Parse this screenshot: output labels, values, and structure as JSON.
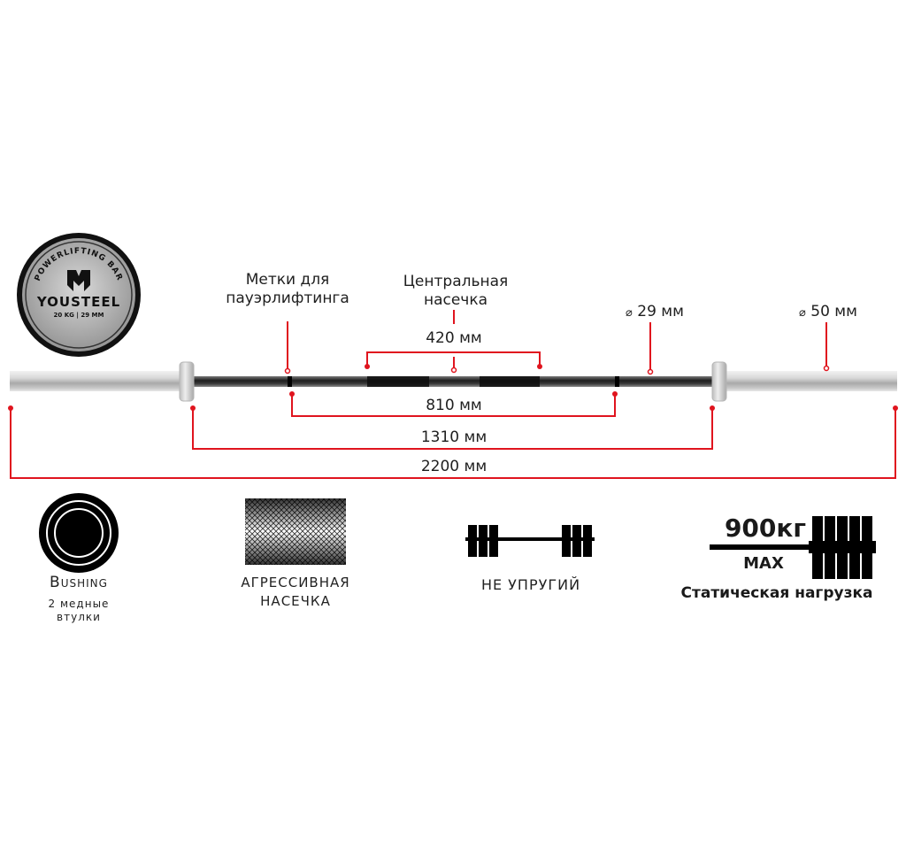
{
  "badge": {
    "arc_text": "POWERLIFTING BAR",
    "brand": "YOUSTEEL",
    "spec": "20 KG | 29 MM"
  },
  "callouts": {
    "powerlifting_marks": [
      "Метки для",
      "пауэрлифтинга"
    ],
    "center_knurl": [
      "Центральная",
      "насечка"
    ],
    "shaft_diameter": "29 мм",
    "sleeve_diameter": "50 мм",
    "diameter_icon": "diameter-symbol"
  },
  "dimensions": {
    "center_knurl": "420 мм",
    "marks_distance": "810 мм",
    "inner_collars": "1310 мм",
    "total_length": "2200 мм"
  },
  "features": [
    {
      "icon": "bushing-icon",
      "title": "Bushing",
      "subtitle": [
        "2 медные",
        "втулки"
      ]
    },
    {
      "icon": "knurling-icon",
      "title": "Агрессивная",
      "subtitle_line": "насечка"
    },
    {
      "icon": "barbell-icon",
      "title": "Не упругий"
    },
    {
      "icon": "max-load-icon",
      "value": "900кг",
      "max_label": "MAX",
      "title": "Статическая нагрузка"
    }
  ],
  "colors": {
    "accent_red": "#e0141e",
    "shaft_dark": "#2a2a2a",
    "sleeve_light": "#d4d4d4"
  }
}
